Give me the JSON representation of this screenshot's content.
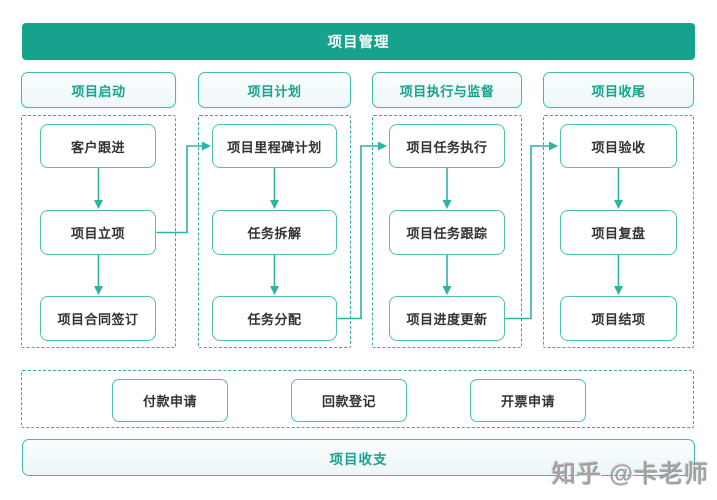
{
  "banner": {
    "title": "项目管理"
  },
  "phases": [
    {
      "header": "项目启动",
      "steps": [
        "客户跟进",
        "项目立项",
        "项目合同签订"
      ]
    },
    {
      "header": "项目计划",
      "steps": [
        "项目里程碑计划",
        "任务拆解",
        "任务分配"
      ]
    },
    {
      "header": "项目执行与监督",
      "steps": [
        "项目任务执行",
        "项目任务跟踪",
        "项目进度更新"
      ]
    },
    {
      "header": "项目收尾",
      "steps": [
        "项目验收",
        "项目复盘",
        "项目结项"
      ]
    }
  ],
  "finance": {
    "steps": [
      "付款申请",
      "回款登记",
      "开票申请"
    ],
    "footer": "项目收支"
  },
  "watermark": "知乎 @卡老师",
  "colors": {
    "teal_solid": "#17a28d",
    "box_border": "#4fbfb2",
    "dashed_border": "#35ab9d",
    "arrow": "#2bb3a6",
    "header_bg": "#edf7f9",
    "box_text": "#333333"
  }
}
